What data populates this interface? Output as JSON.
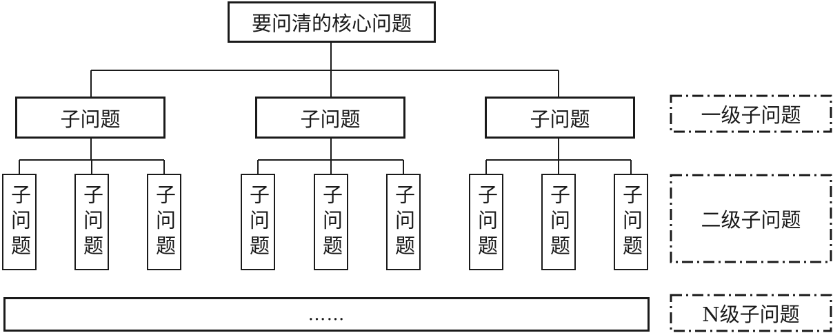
{
  "root": {
    "label": "要问清的核心问题"
  },
  "level1": [
    {
      "label": "子问题"
    },
    {
      "label": "子问题"
    },
    {
      "label": "子问题"
    }
  ],
  "level2": [
    {
      "label": "子问题"
    },
    {
      "label": "子问题"
    },
    {
      "label": "子问题"
    },
    {
      "label": "子问题"
    },
    {
      "label": "子问题"
    },
    {
      "label": "子问题"
    },
    {
      "label": "子问题"
    },
    {
      "label": "子问题"
    },
    {
      "label": "子问题"
    }
  ],
  "levelN_placeholder": "……",
  "level_labels": {
    "first": "一级子问题",
    "second": "二级子问题",
    "nth": "N级子问题"
  },
  "colors": {
    "line": "#1a1a1a",
    "background": "#ffffff"
  }
}
